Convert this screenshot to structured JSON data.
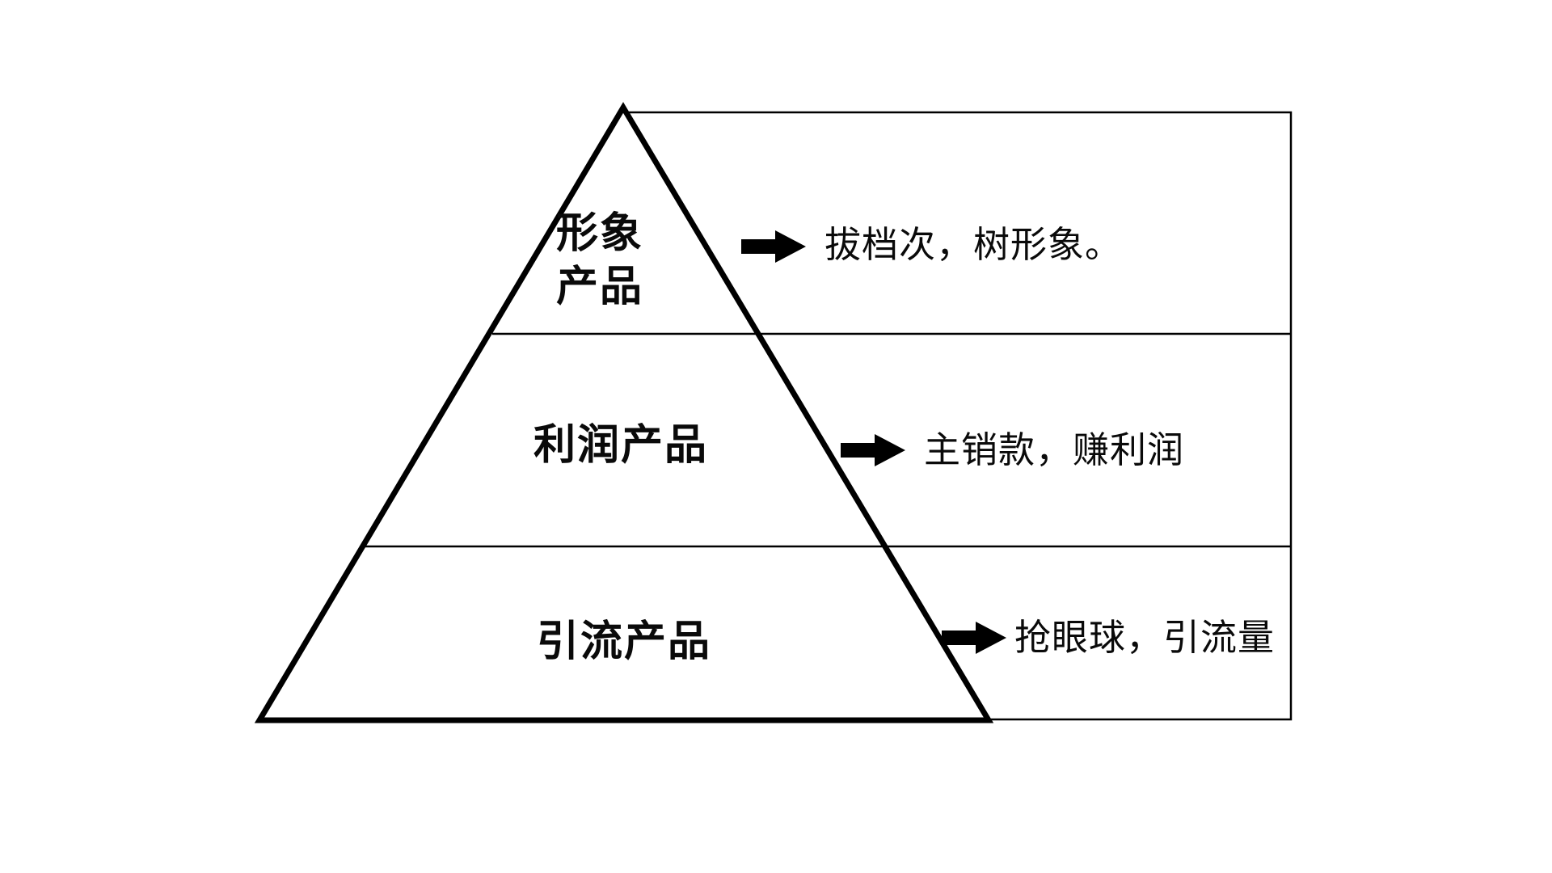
{
  "page": {
    "background": "#ffffff"
  },
  "diagram": {
    "type": "pyramid",
    "stroke_color": "#000000",
    "text_color": "#0a0a0a",
    "tiers": [
      {
        "name": "image-products",
        "label_lines": [
          "形象",
          "产品"
        ],
        "arrow_icon": "right-block-arrow",
        "description": "拔档次，树形象。"
      },
      {
        "name": "profit-products",
        "label_lines": [
          "利润产品"
        ],
        "arrow_icon": "right-block-arrow",
        "description": "主销款，赚利润"
      },
      {
        "name": "traffic-products",
        "label_lines": [
          "引流产品"
        ],
        "arrow_icon": "right-block-arrow",
        "description": "抢眼球，引流量"
      }
    ]
  }
}
